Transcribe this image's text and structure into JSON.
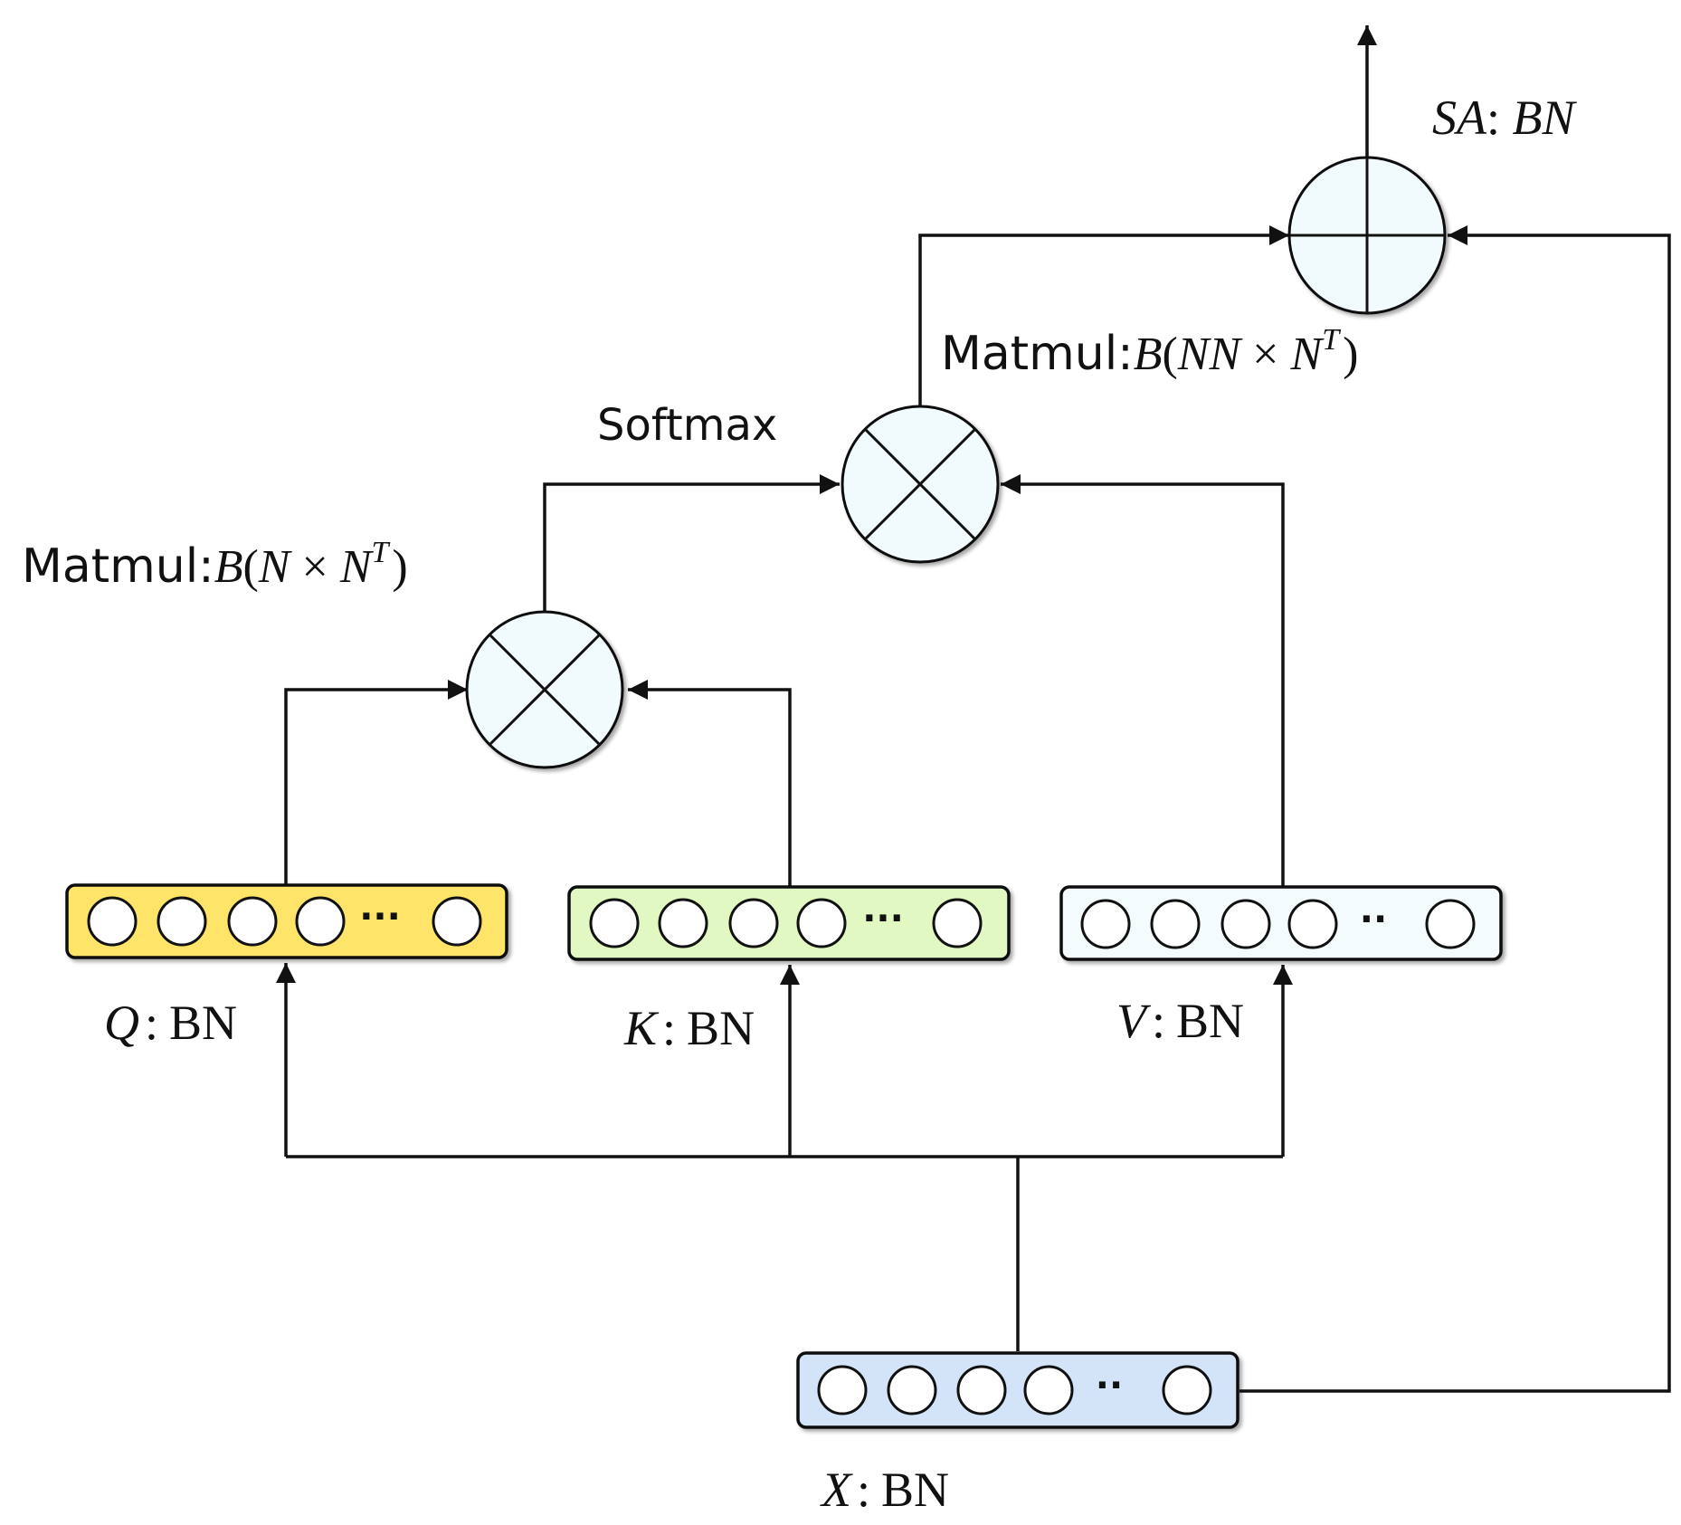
{
  "colors": {
    "q_box": "#ffe46a",
    "k_box": "#e1f8c2",
    "v_box": "#f3fbfd",
    "x_box": "#d4e4f8",
    "operator_fill": "#f1fafd",
    "line": "#111111"
  },
  "vectors": {
    "q": {
      "var": "Q",
      "sep": ":",
      "unit": "BN",
      "ellipsis": "···"
    },
    "k": {
      "var": "K",
      "sep": ":",
      "unit": "BN",
      "ellipsis": "···"
    },
    "v": {
      "var": "V",
      "sep": ":",
      "unit": "BN",
      "ellipsis": "··"
    },
    "x": {
      "var": "X",
      "sep": ":",
      "unit": "BN",
      "ellipsis": "··"
    }
  },
  "operators": {
    "matmul1": {
      "label_prefix": "Matmul:",
      "label_fn": "B",
      "label_open": "(",
      "label_arg": "N",
      "label_times": " × ",
      "label_base": "N",
      "label_sup": "T",
      "label_close": ")"
    },
    "softmax": {
      "label": "Softmax"
    },
    "matmul2": {
      "label_prefix": "Matmul:",
      "label_fn": "B",
      "label_open": "(",
      "label_arg": "NN",
      "label_times": " × ",
      "label_base": "N",
      "label_sup": "T",
      "label_close": ")"
    },
    "add": {
      "label_var": "SA",
      "label_sep": ": ",
      "label_unit": "BN"
    }
  }
}
